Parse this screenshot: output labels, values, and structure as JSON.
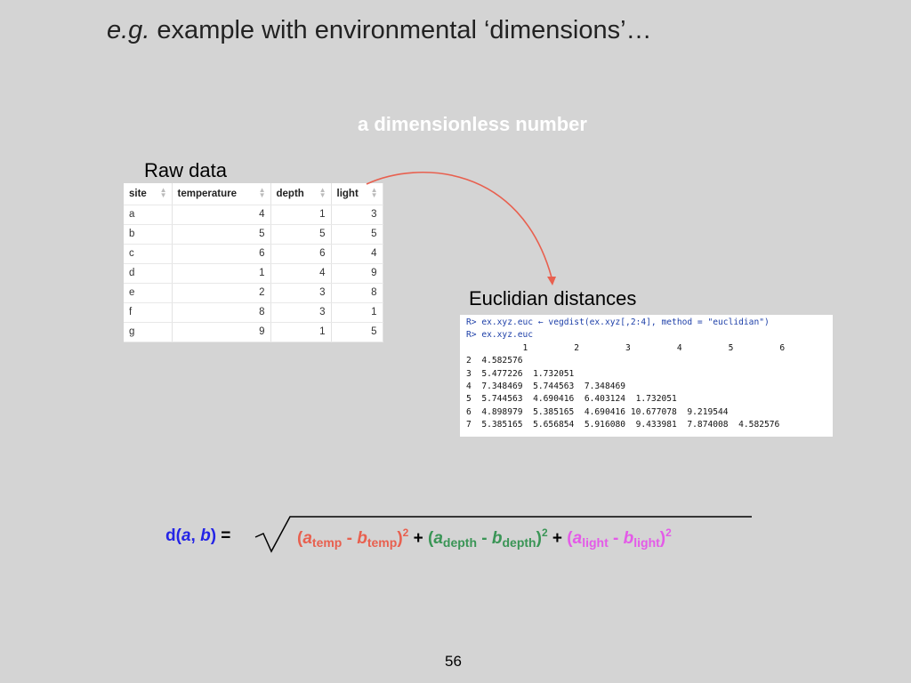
{
  "title": {
    "prefix": "e.g.",
    "rest": " example with environmental ‘dimensions’…"
  },
  "callout": "a dimensionless number",
  "raw_label": "Raw data",
  "euclid_label": "Euclidian distances",
  "raw_table": {
    "headers": [
      "site",
      "temperature",
      "depth",
      "light"
    ],
    "rows": [
      [
        "a",
        "4",
        "1",
        "3"
      ],
      [
        "b",
        "5",
        "5",
        "5"
      ],
      [
        "c",
        "6",
        "6",
        "4"
      ],
      [
        "d",
        "1",
        "4",
        "9"
      ],
      [
        "e",
        "2",
        "3",
        "8"
      ],
      [
        "f",
        "8",
        "3",
        "1"
      ],
      [
        "g",
        "9",
        "1",
        "5"
      ]
    ]
  },
  "console": {
    "cmd1": "R> ex.xyz.euc ← vegdist(ex.xyz[,2:4], method = \"euclidian\")",
    "cmd2": "R> ex.xyz.euc",
    "output": [
      "           1         2         3         4         5         6",
      "2  4.582576",
      "3  5.477226  1.732051",
      "4  7.348469  5.744563  7.348469",
      "5  5.744563  4.690416  6.403124  1.732051",
      "6  4.898979  5.385165  4.690416 10.677078  9.219544",
      "7  5.385165  5.656854  5.916080  9.433981  7.874008  4.582576"
    ]
  },
  "formula": {
    "lhs": {
      "d": "d(",
      "a": "a",
      "comma": ", ",
      "b": "b",
      "close": ")",
      "eq": " ="
    },
    "open": "(",
    "close": ")",
    "sq": "2",
    "minus": " - ",
    "plus": " + ",
    "var_a": "a",
    "var_b": "b",
    "temp_sub": "temp",
    "depth_sub": "depth",
    "light_sub": "light"
  },
  "page_number": "56",
  "colors": {
    "temp": "#e8604f",
    "depth": "#3a9556",
    "light": "#e45ae8",
    "lhs": "#2525e6",
    "arrow": "#e8604f"
  }
}
